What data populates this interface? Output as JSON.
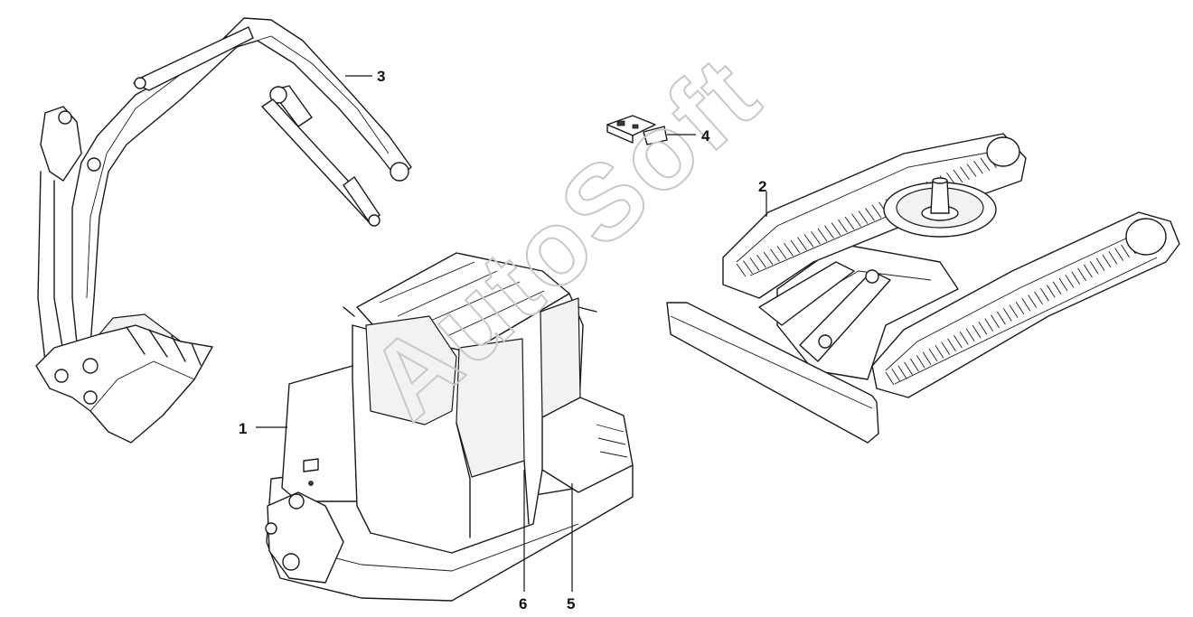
{
  "watermark": "AutoSoft",
  "callouts": [
    {
      "id": "1",
      "label": "1"
    },
    {
      "id": "2",
      "label": "2"
    },
    {
      "id": "3",
      "label": "3"
    },
    {
      "id": "4",
      "label": "4"
    },
    {
      "id": "5",
      "label": "5"
    },
    {
      "id": "6",
      "label": "6"
    }
  ],
  "colors": {
    "line": "#1a1a1a",
    "background": "#ffffff",
    "watermark": "#c8c8c8"
  }
}
